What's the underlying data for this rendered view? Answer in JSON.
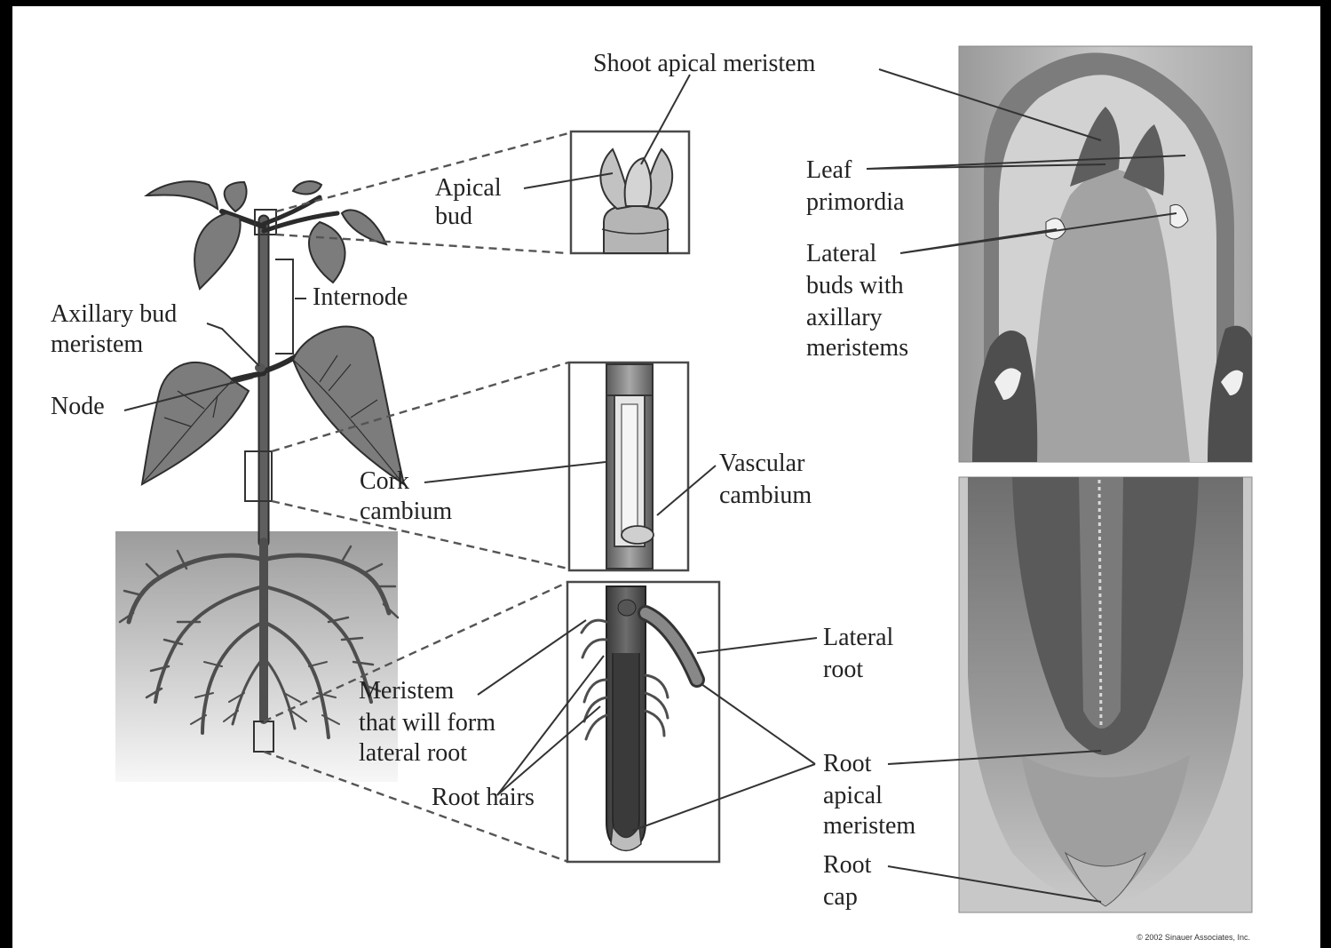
{
  "labels": {
    "shoot_apical_meristem": "Shoot apical meristem",
    "apical_bud_1": "Apical",
    "apical_bud_2": "bud",
    "internode": "Internode",
    "axillary_bud_meristem_1": "Axillary bud",
    "axillary_bud_meristem_2": "meristem",
    "node": "Node",
    "cork_cambium_1": "Cork",
    "cork_cambium_2": "cambium",
    "vascular_cambium_1": "Vascular",
    "vascular_cambium_2": "cambium",
    "leaf_primordia_1": "Leaf",
    "leaf_primordia_2": "primordia",
    "lateral_buds_1": "Lateral",
    "lateral_buds_2": "buds with",
    "lateral_buds_3": "axillary",
    "lateral_buds_4": "meristems",
    "lateral_root_1": "Lateral",
    "lateral_root_2": "root",
    "meristem_lateral_1": "Meristem",
    "meristem_lateral_2": "that will form",
    "meristem_lateral_3": "lateral root",
    "root_hairs": "Root hairs",
    "root_apical_meristem_1": "Root",
    "root_apical_meristem_2": "apical",
    "root_apical_meristem_3": "meristem",
    "root_cap_1": "Root",
    "root_cap_2": "cap"
  },
  "copyright": "© 2002 Sinauer Associates, Inc.",
  "colors": {
    "background": "#ffffff",
    "frame": "#000000",
    "micrograph": "#bdbdbd",
    "plant_leaf": "#7c7c7c",
    "soil_gradient_top": "#9c9c9c"
  }
}
